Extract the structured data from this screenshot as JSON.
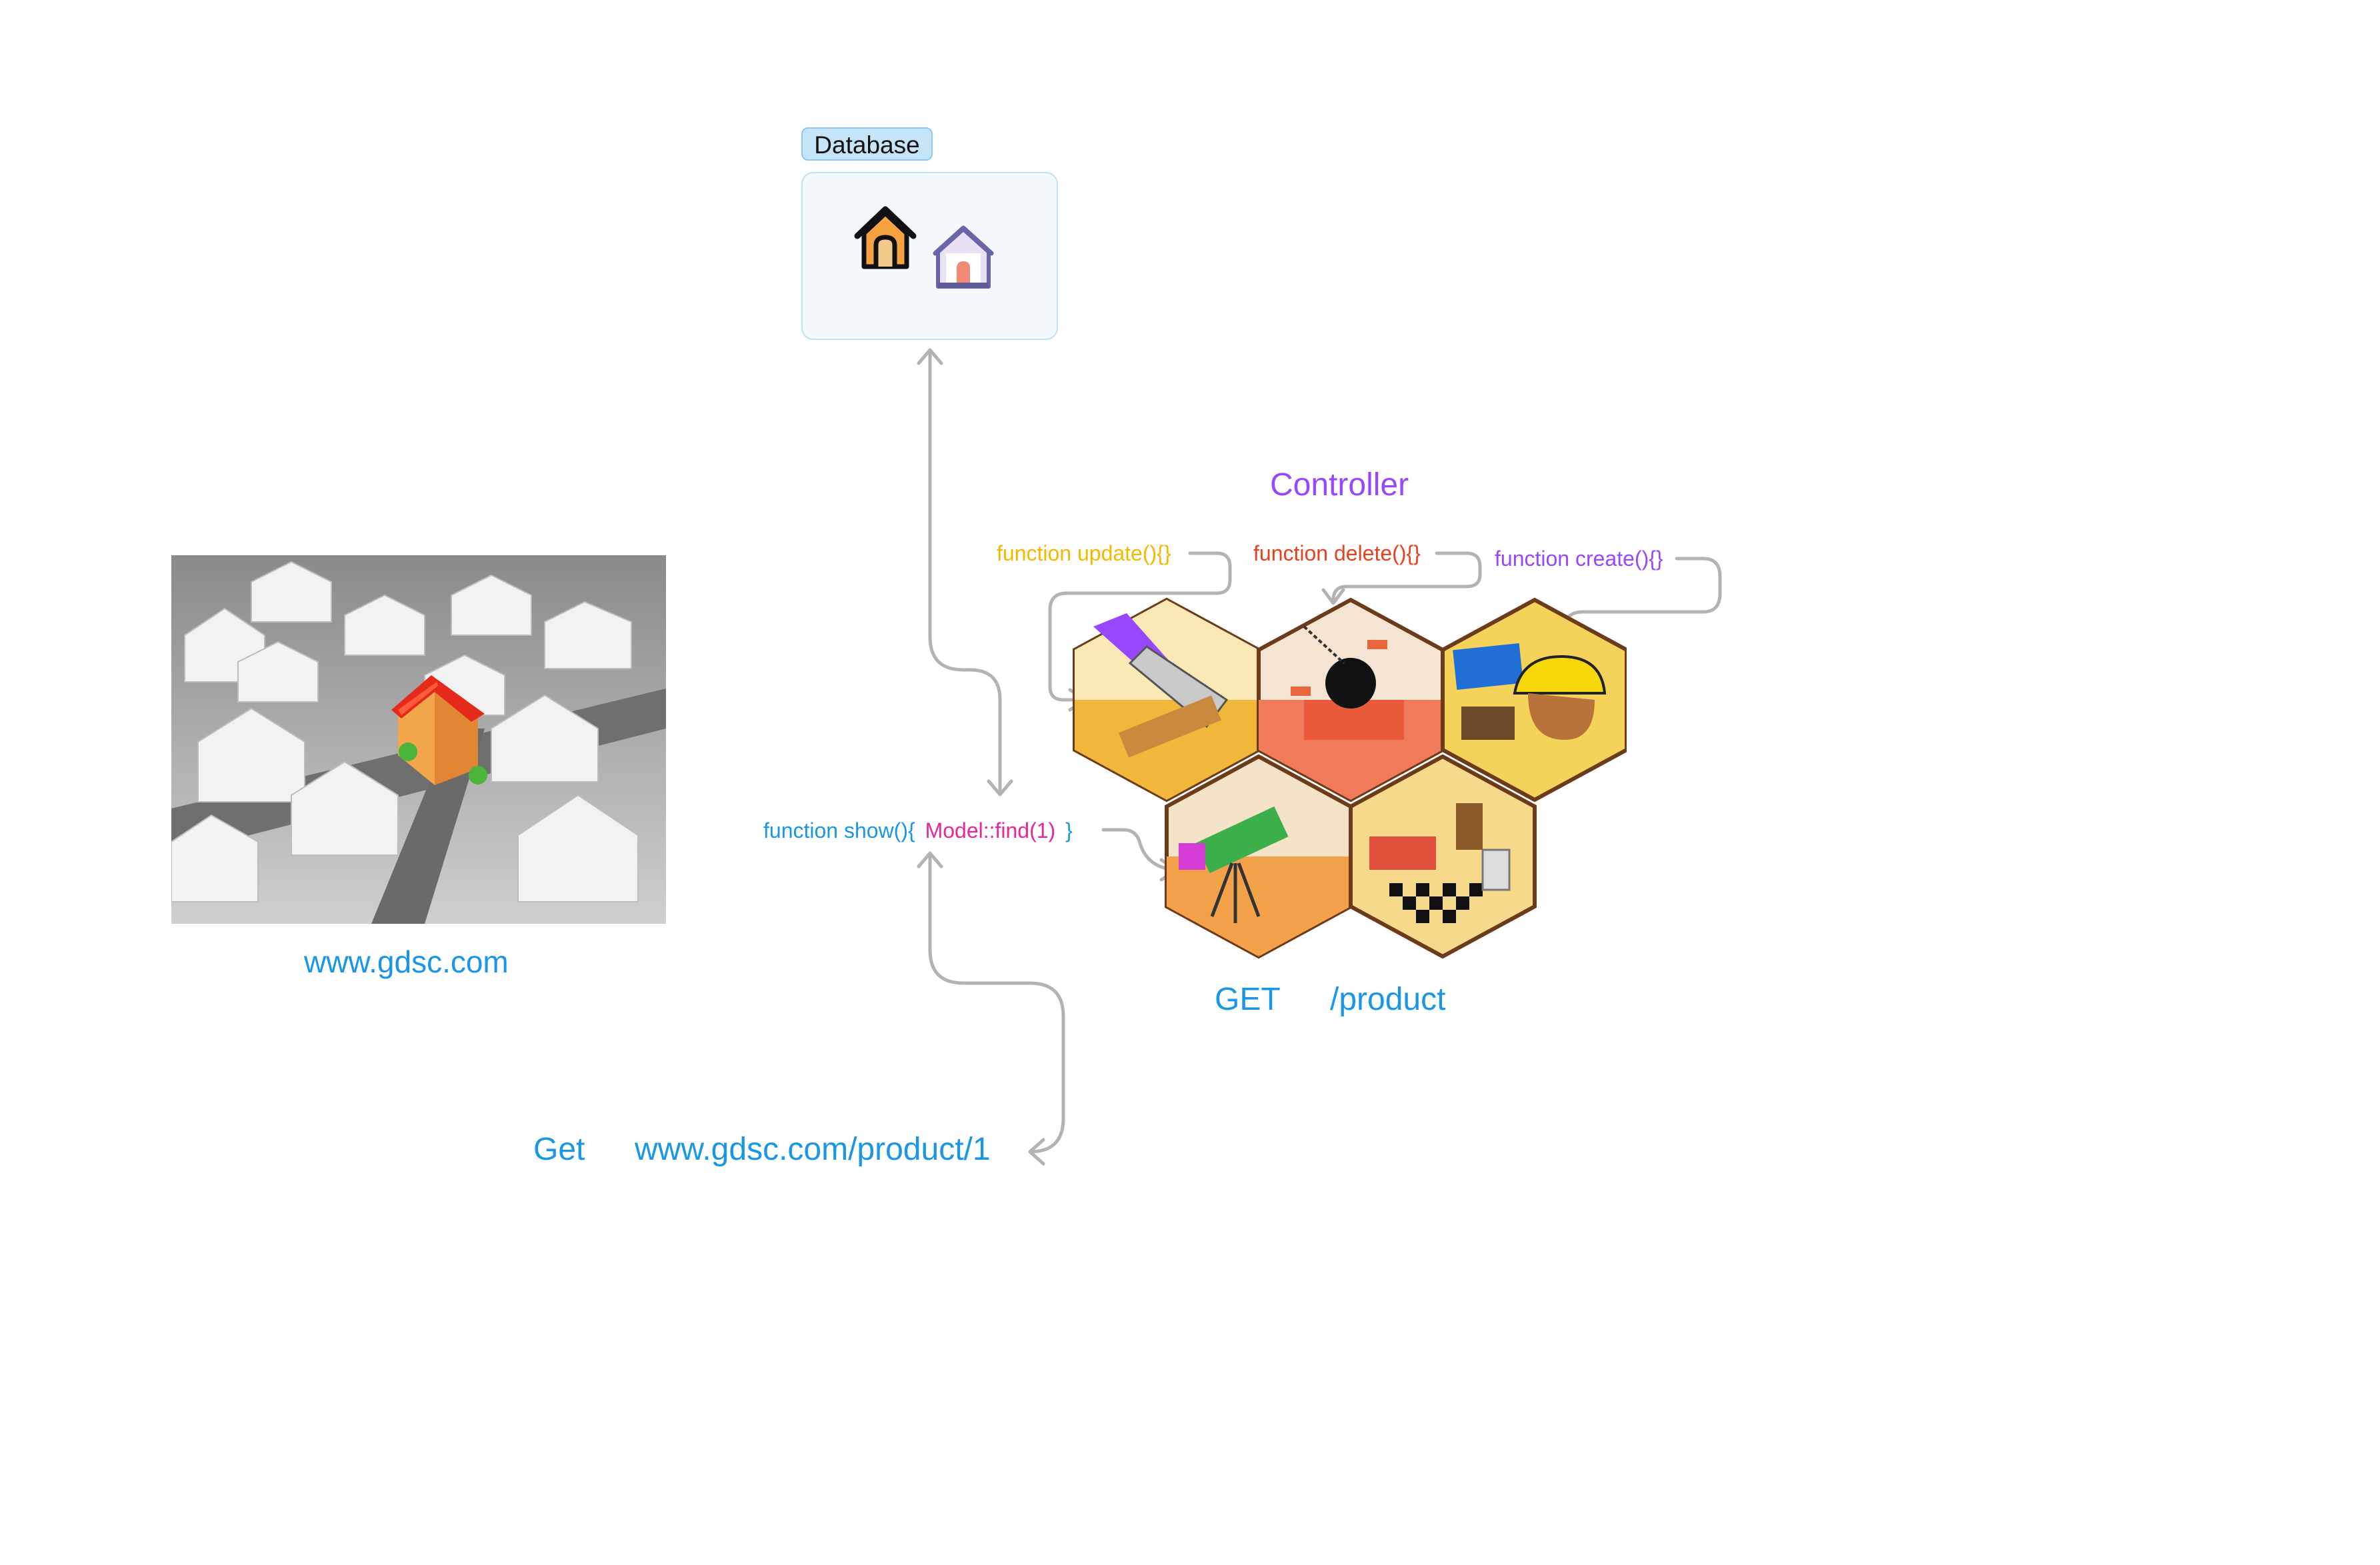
{
  "database": {
    "tag": "Database",
    "icons": [
      "house-outline-icon",
      "house-purple-icon"
    ]
  },
  "controller": {
    "title": "Controller",
    "functions": {
      "update": "function update(){}",
      "delete": "function delete(){}",
      "create": "function create(){}"
    }
  },
  "client": {
    "site_url": "www.gdsc.com",
    "request_method": "Get",
    "request_url": "www.gdsc.com/product/1"
  },
  "route": {
    "method": "GET",
    "path": "/product"
  },
  "show": {
    "prefix": "function show(){",
    "call": "Model::find(1)",
    "suffix": "}"
  },
  "colors": {
    "blue": "#1a96e6",
    "purple": "#9747ff",
    "update": "#f5b700",
    "delete": "#e8411b",
    "create": "#9747ff",
    "magenta": "#e6279a",
    "connector": "#b3b3b3"
  }
}
